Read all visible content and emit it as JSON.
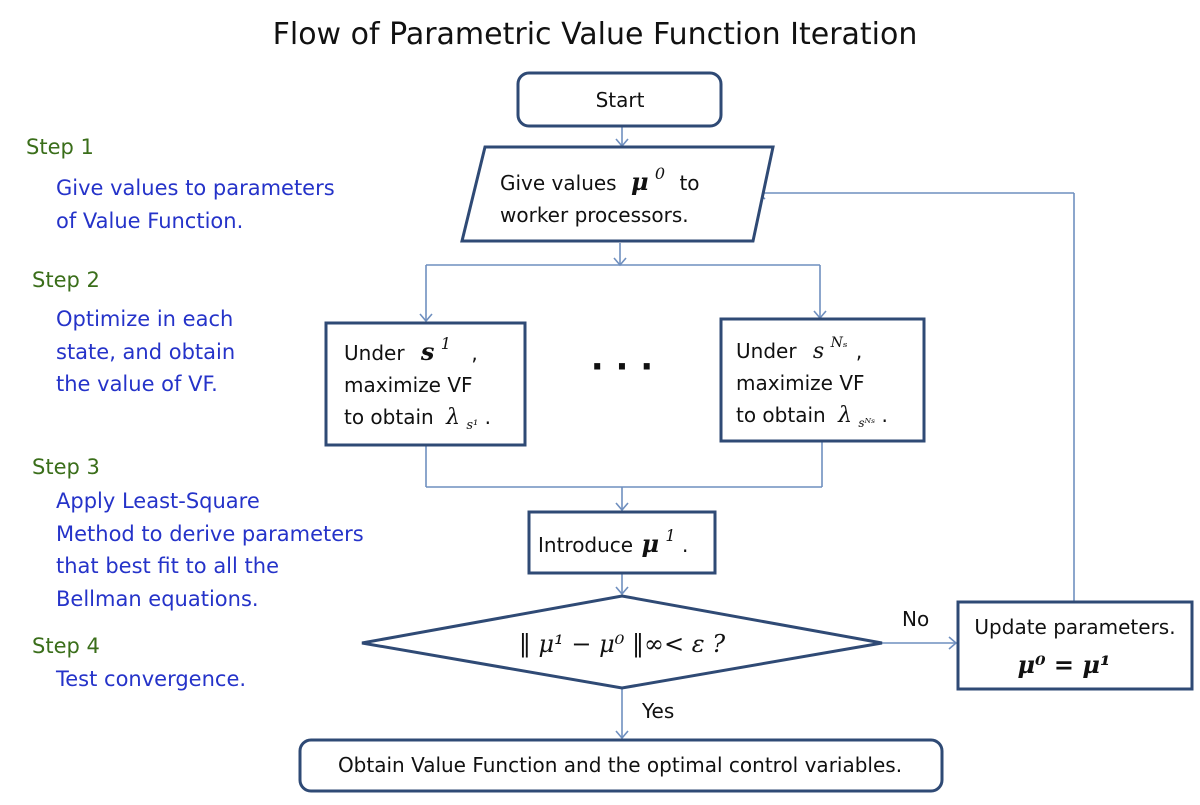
{
  "title": "Flow of Parametric Value Function Iteration",
  "steps": [
    {
      "head": "Step 1",
      "lines": [
        "Give values to parameters",
        "of Value Function."
      ]
    },
    {
      "head": "Step 2",
      "lines": [
        "Optimize in each",
        "state, and obtain",
        "the value of VF."
      ]
    },
    {
      "head": "Step 3",
      "lines": [
        "Apply Least-Square",
        "Method to derive parameters",
        "that best fit to all the",
        "Bellman equations."
      ]
    },
    {
      "head": "Step 4",
      "lines": [
        "Test convergence."
      ]
    }
  ],
  "nodes": {
    "start": "Start",
    "give": {
      "line1": "Give values",
      "mu": "μ",
      "sup": "0",
      "to": "to",
      "line2": "worker processors."
    },
    "opt_left": {
      "under": "Under",
      "s": "s",
      "sup": "1",
      "comma": ",",
      "line2": "maximize VF",
      "line3": "to obtain",
      "lambda": "λ",
      "sub": "s¹",
      "period": "."
    },
    "ellipsis": "· · ·",
    "opt_right": {
      "under": "Under",
      "s": "s",
      "sup": "Nₛ",
      "comma": ",",
      "line2": "maximize VF",
      "line3": "to obtain",
      "lambda": "λ",
      "sub": "sᴺˢ",
      "period": "."
    },
    "introduce": {
      "text": "Introduce",
      "mu": "μ",
      "sup": "1",
      "period": "."
    },
    "decision": "‖ μ¹ − μ⁰ ‖∞< ε  ?",
    "update": {
      "line1": "Update parameters.",
      "line2": "μ⁰ = μ¹"
    },
    "end": "Obtain Value Function and the optimal control variables."
  },
  "edge_labels": {
    "no": "No",
    "yes": "Yes"
  }
}
